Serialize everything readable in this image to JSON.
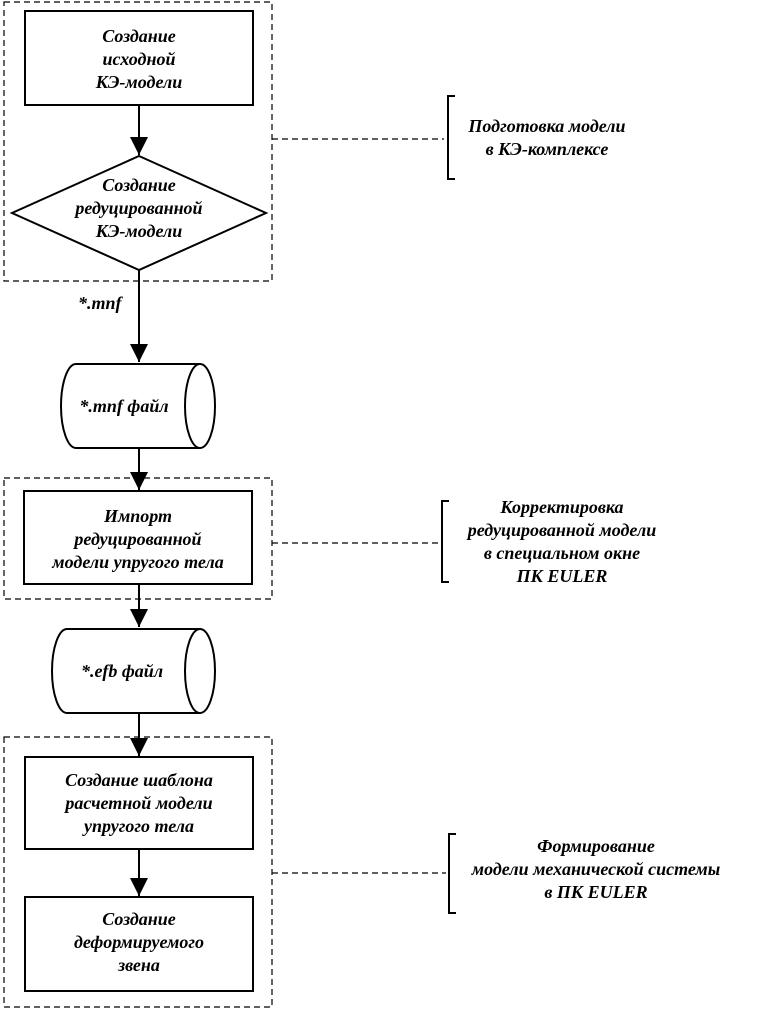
{
  "nodes": {
    "create_fe_model": [
      "Создание",
      "исходной",
      "КЭ-модели"
    ],
    "create_reduced_model": [
      "Создание",
      "редуцированной",
      "КЭ-модели"
    ],
    "mnf_label": "*.mnf",
    "mnf_file": "*.mnf файл",
    "import_model": [
      "Импорт",
      "редуцированной",
      "модели упругого тела"
    ],
    "efb_file": "*.efb файл",
    "create_template": [
      "Создание шаблона",
      "расчетной модели",
      "упругого тела"
    ],
    "create_deformable_link": [
      "Создание",
      "деформируемого",
      "звена"
    ]
  },
  "groups": {
    "prep_label": [
      "Подготовка модели",
      "в КЭ-комплексе"
    ],
    "correction_label": [
      "Корректировка",
      "редуцированной модели",
      "в специальном окне",
      "ПК EULER"
    ],
    "formation_label": [
      "Формирование",
      "модели механической системы",
      "в ПК EULER"
    ]
  }
}
